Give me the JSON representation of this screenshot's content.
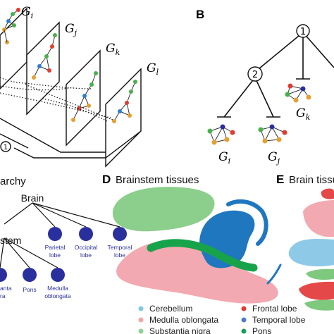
{
  "panels": {
    "A": {
      "graph_labels": [
        "G",
        "G",
        "G",
        "G"
      ],
      "graph_subscripts": [
        "i",
        "j",
        "k",
        "l"
      ],
      "node_number": "1"
    },
    "B": {
      "letter": "B",
      "root_number": "1",
      "child_number": "2",
      "graph_labels": [
        "G",
        "G",
        "G"
      ],
      "graph_subscripts": [
        "i",
        "j",
        "k"
      ]
    },
    "C": {
      "title_fragment": "archy",
      "root_label": "Brain",
      "left_label": "stem",
      "nodes": [
        [
          "Parietal",
          "lobe"
        ],
        [
          "Occipital",
          "lobe"
        ],
        [
          "Temporal",
          "lobe"
        ],
        [
          "Pons"
        ],
        [
          "Medulla",
          "oblongata"
        ]
      ],
      "cut_node_lines": [
        "anta",
        "ra"
      ]
    },
    "D": {
      "letter": "D",
      "title": "Brainstem tissues"
    },
    "E": {
      "letter": "E",
      "title": "Brain tissu"
    },
    "legend": [
      {
        "label": "Cerebellum",
        "color": "#7ec8e3"
      },
      {
        "label": "Medulla oblongata",
        "color": "#f4a6a6"
      },
      {
        "label": "Substantia nigra",
        "color": "#8fd18f"
      },
      {
        "label": "Frontal lobe",
        "color": "#e03c31"
      },
      {
        "label": "Temporal lobe",
        "color": "#4a7bd0"
      },
      {
        "label": "Pons",
        "color": "#1a9c5a"
      }
    ],
    "colors": {
      "node_blue": "#2a2f9e",
      "cluster_green": "#7fc97f",
      "cluster_pink": "#f2a0a8",
      "cluster_blue": "#1f77c0",
      "cluster_darkgreen": "#16a34a",
      "cluster_lightblue": "#8ec9e8",
      "cluster_red": "#e54848"
    }
  }
}
